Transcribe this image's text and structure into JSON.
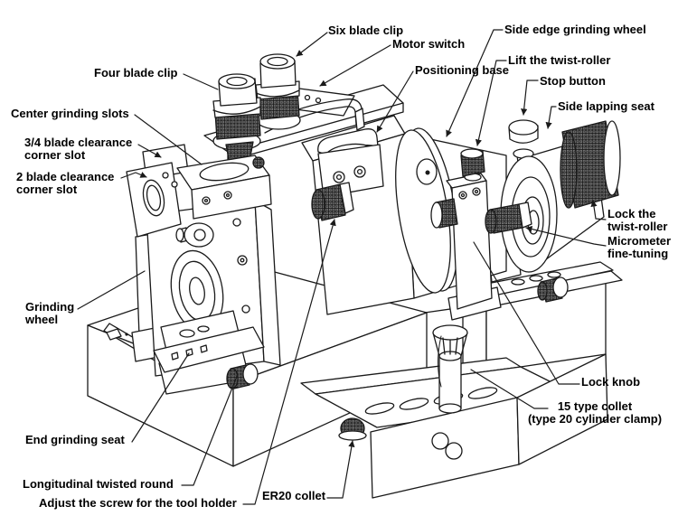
{
  "diagram": {
    "type": "machine-part-callout-diagram",
    "subject": "tool grinder line drawing",
    "colors": {
      "background": "#ffffff",
      "line": "#1a1a1a",
      "text": "#000000"
    }
  },
  "labels": [
    {
      "id": "six-blade-clip",
      "text": "Six blade clip"
    },
    {
      "id": "motor-switch",
      "text": "Motor switch"
    },
    {
      "id": "four-blade-clip",
      "text": "Four blade clip"
    },
    {
      "id": "center-grinding-slots",
      "text": "Center grinding slots"
    },
    {
      "id": "three-quarter-blade-clearance-corner-slot",
      "text": "3/4 blade clearance\ncorner slot"
    },
    {
      "id": "two-blade-clearance-corner-slot",
      "text": "2 blade clearance\ncorner slot"
    },
    {
      "id": "positioning-base",
      "text": "Positioning base"
    },
    {
      "id": "side-edge-grinding-wheel",
      "text": "Side edge grinding wheel"
    },
    {
      "id": "lift-the-twist-roller",
      "text": "Lift the twist-roller"
    },
    {
      "id": "stop-button",
      "text": "Stop button"
    },
    {
      "id": "side-lapping-seat",
      "text": "Side lapping seat"
    },
    {
      "id": "grinding-wheel",
      "text": "Grinding\nwheel"
    },
    {
      "id": "lock-the-twist-roller",
      "text": "Lock the\ntwist-roller"
    },
    {
      "id": "micrometer-fine-tuning",
      "text": "Micrometer\nfine-tuning"
    },
    {
      "id": "lock-knob",
      "text": "Lock knob"
    },
    {
      "id": "end-grinding-seat",
      "text": "End grinding seat"
    },
    {
      "id": "fifteen-type-collet",
      "text": "15 type collet\n(type 20 cylinder clamp)"
    },
    {
      "id": "longitudinal-twisted-round",
      "text": "Longitudinal twisted round"
    },
    {
      "id": "adjust-screw-tool-holder",
      "text": "Adjust the screw for the tool holder"
    },
    {
      "id": "er20-collet",
      "text": "ER20 collet"
    }
  ]
}
